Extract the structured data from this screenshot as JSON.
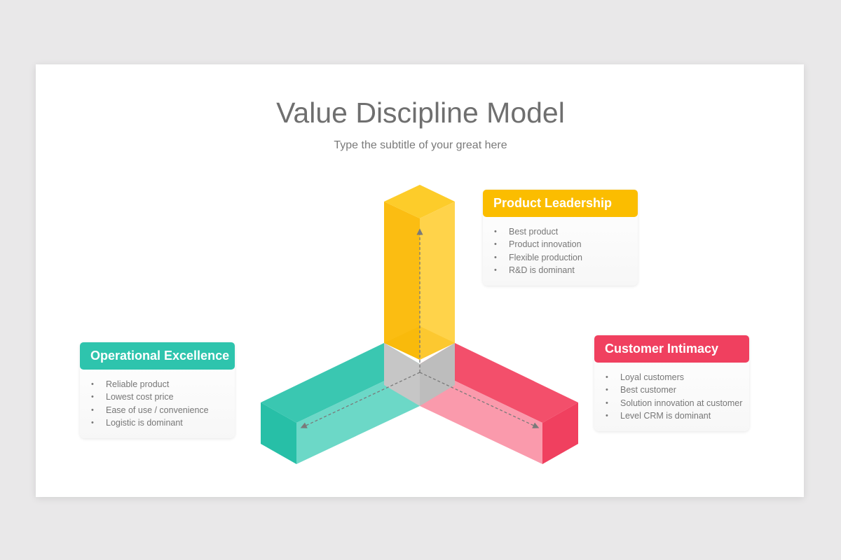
{
  "title": "Value Discipline Model",
  "subtitle": "Type the subtitle of your great here",
  "colors": {
    "yellow": "#fbbd00",
    "teal": "#2ec4ad",
    "red": "#f0405f",
    "gray": "#c4c4c4",
    "title_text": "#6f6f6f"
  },
  "cards": {
    "product": {
      "heading": "Product Leadership",
      "items": [
        "Best product",
        "Product innovation",
        "Flexible production",
        "R&D is dominant"
      ]
    },
    "operational": {
      "heading": "Operational Excellence",
      "items": [
        "Reliable product",
        "Lowest cost price",
        "Ease of use / convenience",
        "Logistic is dominant"
      ]
    },
    "customer": {
      "heading": "Customer Intimacy",
      "items": [
        "Loyal customers",
        "Best customer",
        "Solution innovation at customer",
        "Level CRM is dominant"
      ]
    }
  }
}
